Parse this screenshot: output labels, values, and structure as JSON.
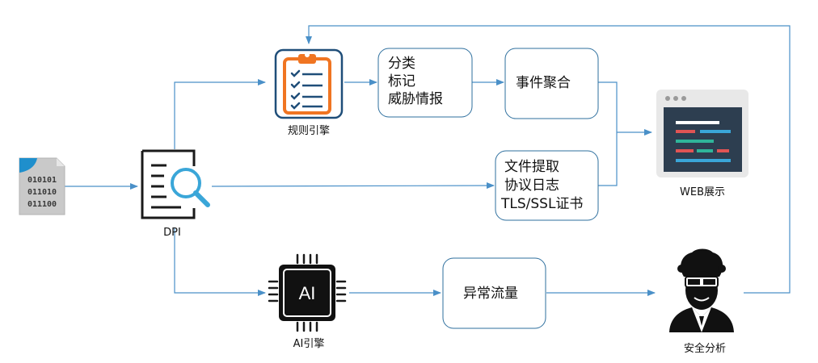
{
  "nodes": {
    "packet_file": {
      "icon": "binary-file-icon",
      "lines": [
        "010101",
        "011010",
        "011100"
      ]
    },
    "dpi": {
      "label": "DPI",
      "icon": "document-search-icon"
    },
    "rule_engine": {
      "label": "规则引擎",
      "icon": "clipboard-checklist-icon"
    },
    "ai_engine": {
      "label": "AI引擎",
      "icon": "ai-chip-icon",
      "chip_text": "AI"
    },
    "classify_box": {
      "lines": [
        "分类",
        "标记",
        "威胁情报"
      ]
    },
    "event_box": {
      "lines": [
        "事件聚合"
      ]
    },
    "file_box": {
      "lines": [
        "文件提取",
        "协议日志",
        "TLS/SSL证书"
      ]
    },
    "anomaly_box": {
      "lines": [
        "异常流量"
      ]
    },
    "web": {
      "label": "WEB展示",
      "icon": "browser-window-icon"
    },
    "analyst": {
      "label": "安全分析",
      "icon": "security-analyst-icon"
    }
  },
  "colors": {
    "arrow": "#4a90c8",
    "box_border": "#2e6f9e",
    "clipboard": "#f07522",
    "clipboard_check": "#1f4e79",
    "magnifier": "#3aa6d8",
    "browser_bg": "#2d3e50"
  }
}
